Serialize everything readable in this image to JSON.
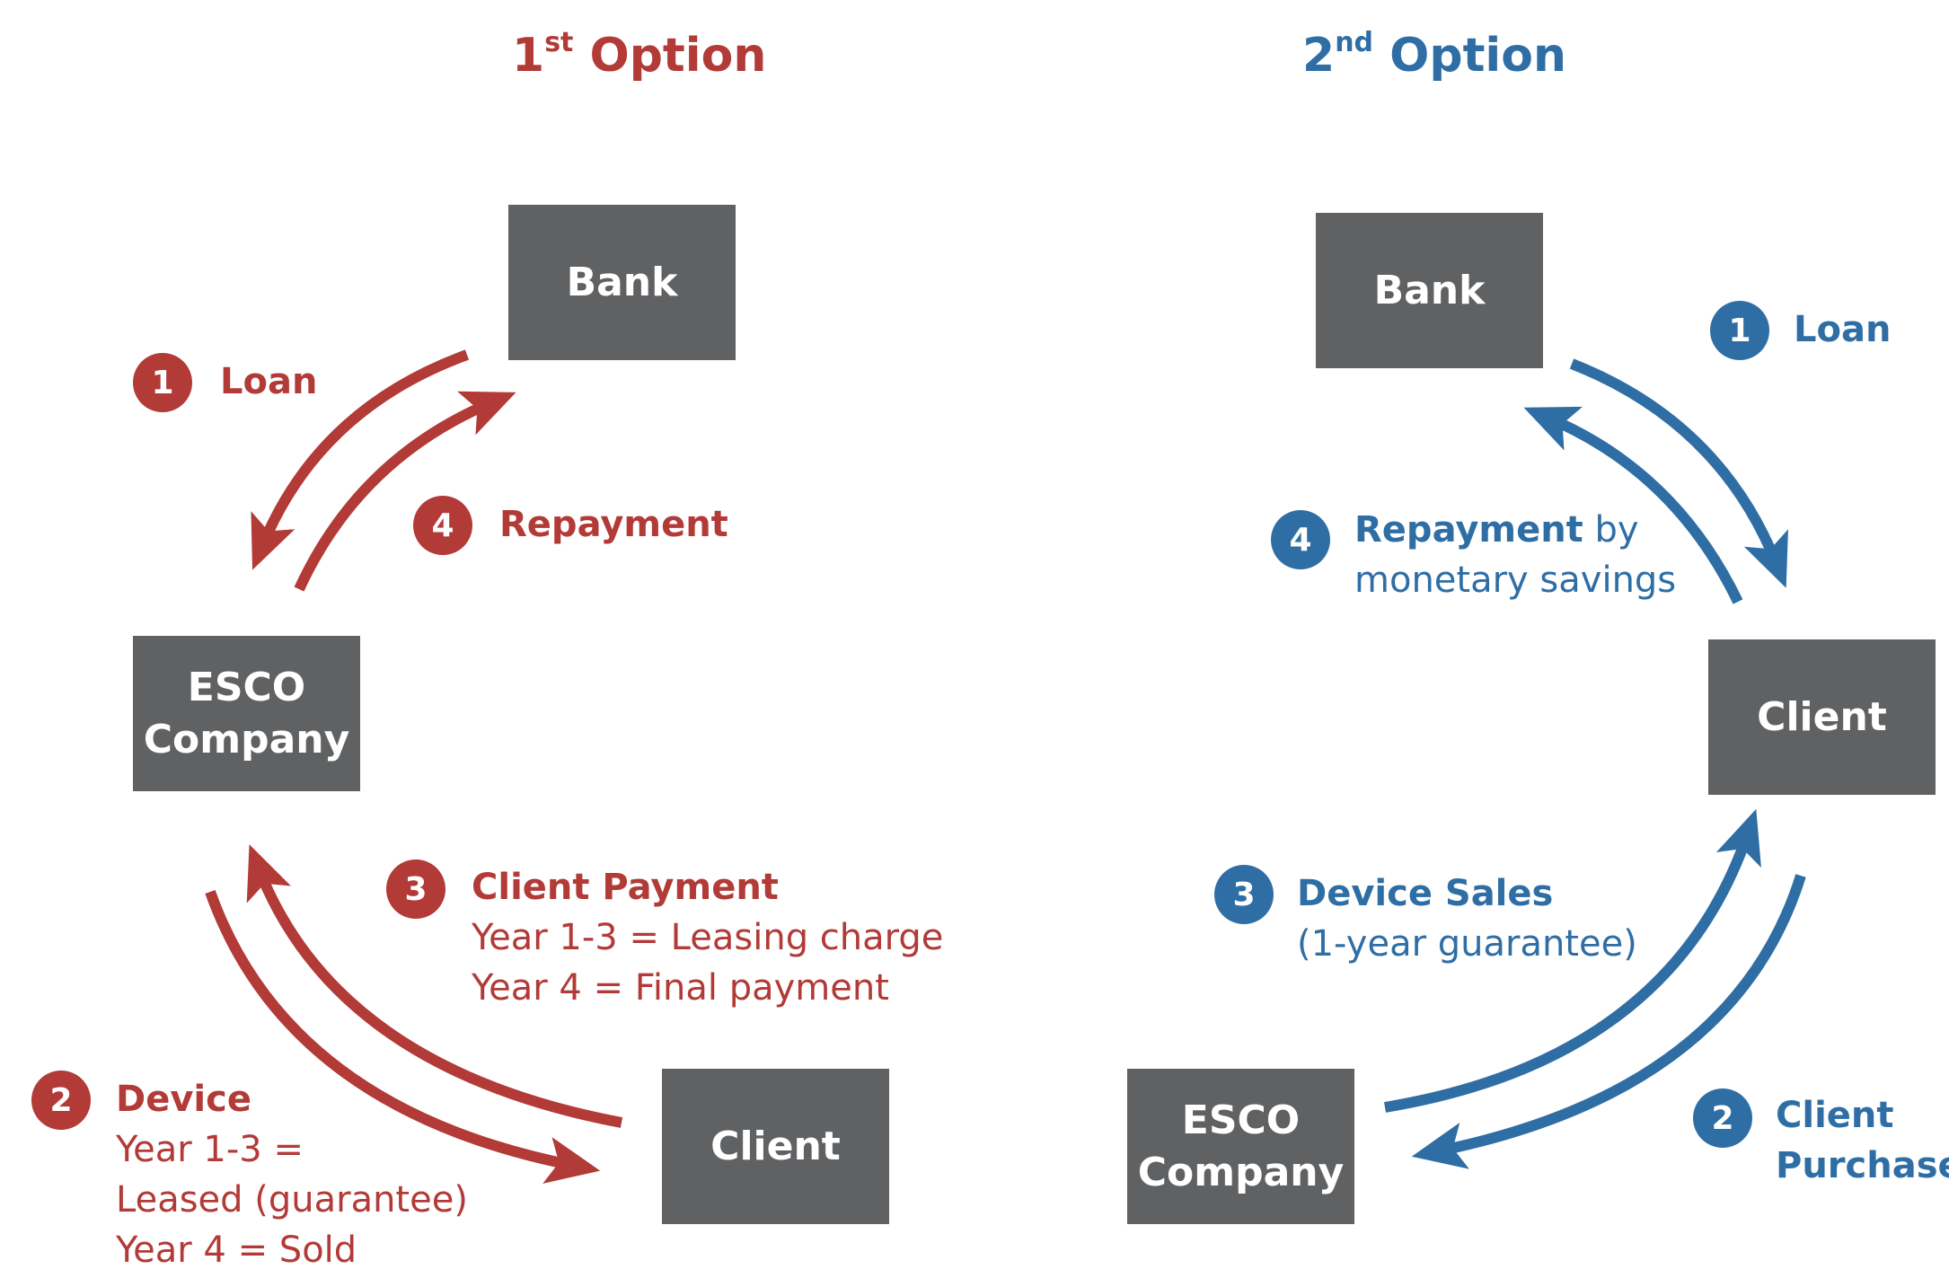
{
  "colors": {
    "red": "#b23a37",
    "blue": "#2f6ea5",
    "box": "#606163"
  },
  "option1": {
    "title_num": "1",
    "title_sup": "st",
    "title_word": "Option",
    "nodes": {
      "bank": "Bank",
      "esco_line1": "ESCO",
      "esco_line2": "Company",
      "client": "Client"
    },
    "steps": [
      {
        "num": "1",
        "title": "Loan"
      },
      {
        "num": "2",
        "title": "Device",
        "lines": [
          "Year 1-3 =",
          "Leased (guarantee)",
          "Year 4 = Sold"
        ]
      },
      {
        "num": "3",
        "title": "Client Payment",
        "lines": [
          "Year 1-3 = Leasing charge",
          "Year 4 = Final payment"
        ]
      },
      {
        "num": "4",
        "title": "Repayment"
      }
    ]
  },
  "option2": {
    "title_num": "2",
    "title_sup": "nd",
    "title_word": "Option",
    "nodes": {
      "bank": "Bank",
      "client": "Client",
      "esco_line1": "ESCO",
      "esco_line2": "Company"
    },
    "steps": [
      {
        "num": "1",
        "title": "Loan"
      },
      {
        "num": "2",
        "title_line1": "Client",
        "title_line2": "Purchase"
      },
      {
        "num": "3",
        "title": "Device Sales",
        "lines": [
          "(1-year guarantee)"
        ]
      },
      {
        "num": "4",
        "title": "Repayment",
        "title_suffix": " by",
        "lines": [
          "monetary savings"
        ]
      }
    ]
  }
}
